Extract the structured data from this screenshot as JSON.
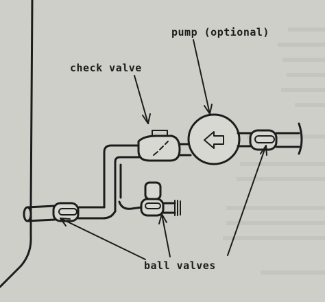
{
  "diagram": {
    "labels": {
      "pump": "pump (optional)",
      "check_valve": "check valve",
      "ball_valves": "ball valves"
    }
  },
  "colors": {
    "paper": "#cfcfc9",
    "ink": "#1c1c1c"
  }
}
